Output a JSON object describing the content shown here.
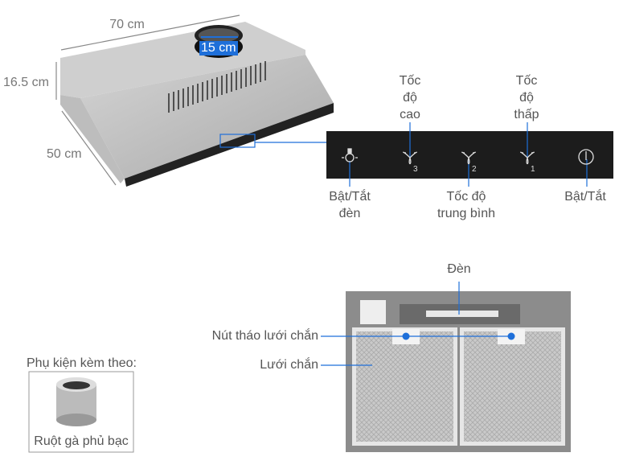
{
  "dimensions": {
    "width": "70 cm",
    "height": "16.5 cm",
    "depth": "50 cm",
    "duct": "15 cm"
  },
  "control_panel": {
    "buttons": [
      {
        "icon": "light-bulb-icon",
        "label": "Bật/Tắt đèn"
      },
      {
        "icon": "fan-speed-3-icon",
        "label": "Tốc độ cao",
        "digit": "3"
      },
      {
        "icon": "fan-speed-2-icon",
        "label": "Tốc độ trung bình",
        "digit": "2"
      },
      {
        "icon": "fan-speed-1-icon",
        "label": "Tốc độ thấp",
        "digit": "1"
      },
      {
        "icon": "power-icon",
        "label": "Bật/Tắt"
      }
    ],
    "label_lines": {
      "light": [
        "Bật/Tắt",
        "đèn"
      ],
      "high": [
        "Tốc",
        "độ",
        "cao"
      ],
      "medium": [
        "Tốc độ",
        "trung bình"
      ],
      "low": [
        "Tốc",
        "độ",
        "thấp"
      ],
      "power": [
        "Bật/Tắt"
      ]
    }
  },
  "underside": {
    "lamp": "Đèn",
    "filter_release": "Nút tháo lưới chắn",
    "filter": "Lưới chắn"
  },
  "accessory": {
    "title": "Phụ kiện kèm theo:",
    "item": "Ruột gà phủ bạc"
  },
  "colors": {
    "accent": "#1e6fd9",
    "panel": "#1c1c1c",
    "steel": "#b9b9b9"
  }
}
